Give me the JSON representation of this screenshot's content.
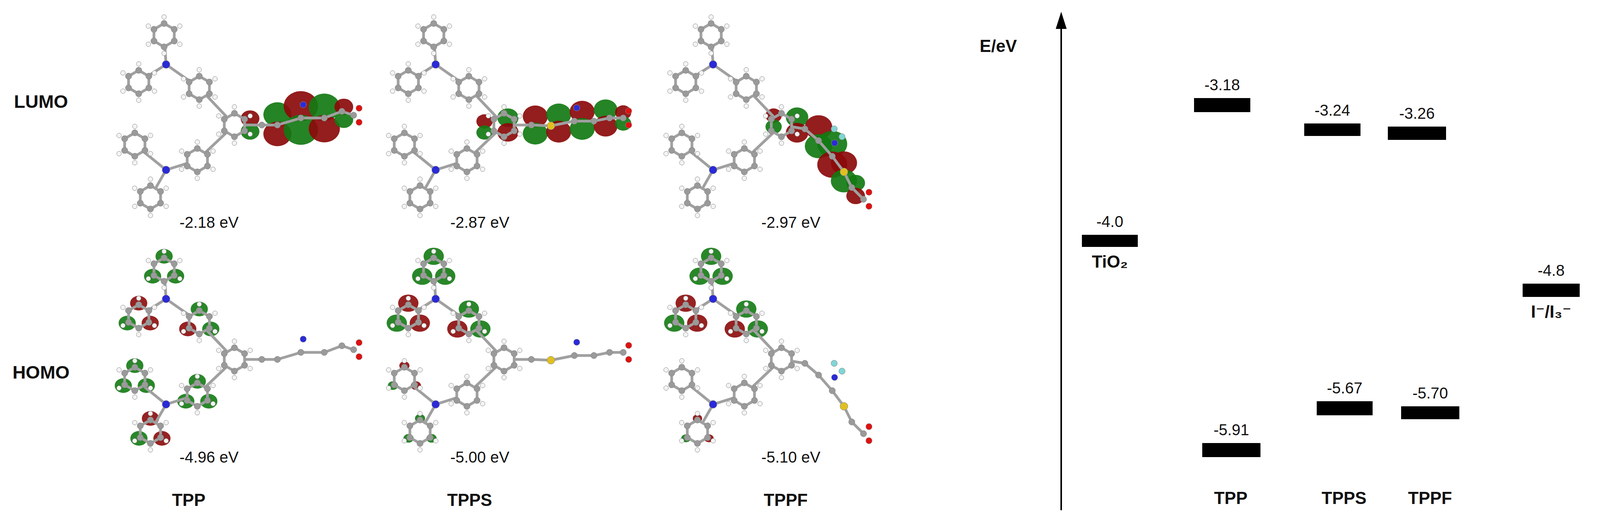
{
  "diagram": {
    "nodes": [
      {
        "text": [
          "-3.18"
        ]
      },
      {
        "text": [
          "-3.24"
        ]
      },
      {
        "text": [
          "-3.26"
        ]
      },
      {
        "text": [
          "-4.0",
          "TiO₂"
        ]
      },
      {
        "text": [
          "-4.8",
          "I⁻/I₃⁻"
        ]
      },
      {
        "text": [
          "-5.91"
        ]
      },
      {
        "text": [
          "-5.67"
        ]
      },
      {
        "text": [
          "-5.70"
        ]
      }
    ],
    "edges": [],
    "labels": [
      "LUMO",
      "HOMO",
      "-2.18 eV",
      "-2.87 eV",
      "-2.97 eV",
      "-4.96 eV",
      "-5.00 eV",
      "-5.10 eV",
      "TPP",
      "TPPS",
      "TPPF",
      "E/eV",
      "TPP",
      "TPPS",
      "TPPF"
    ]
  }
}
